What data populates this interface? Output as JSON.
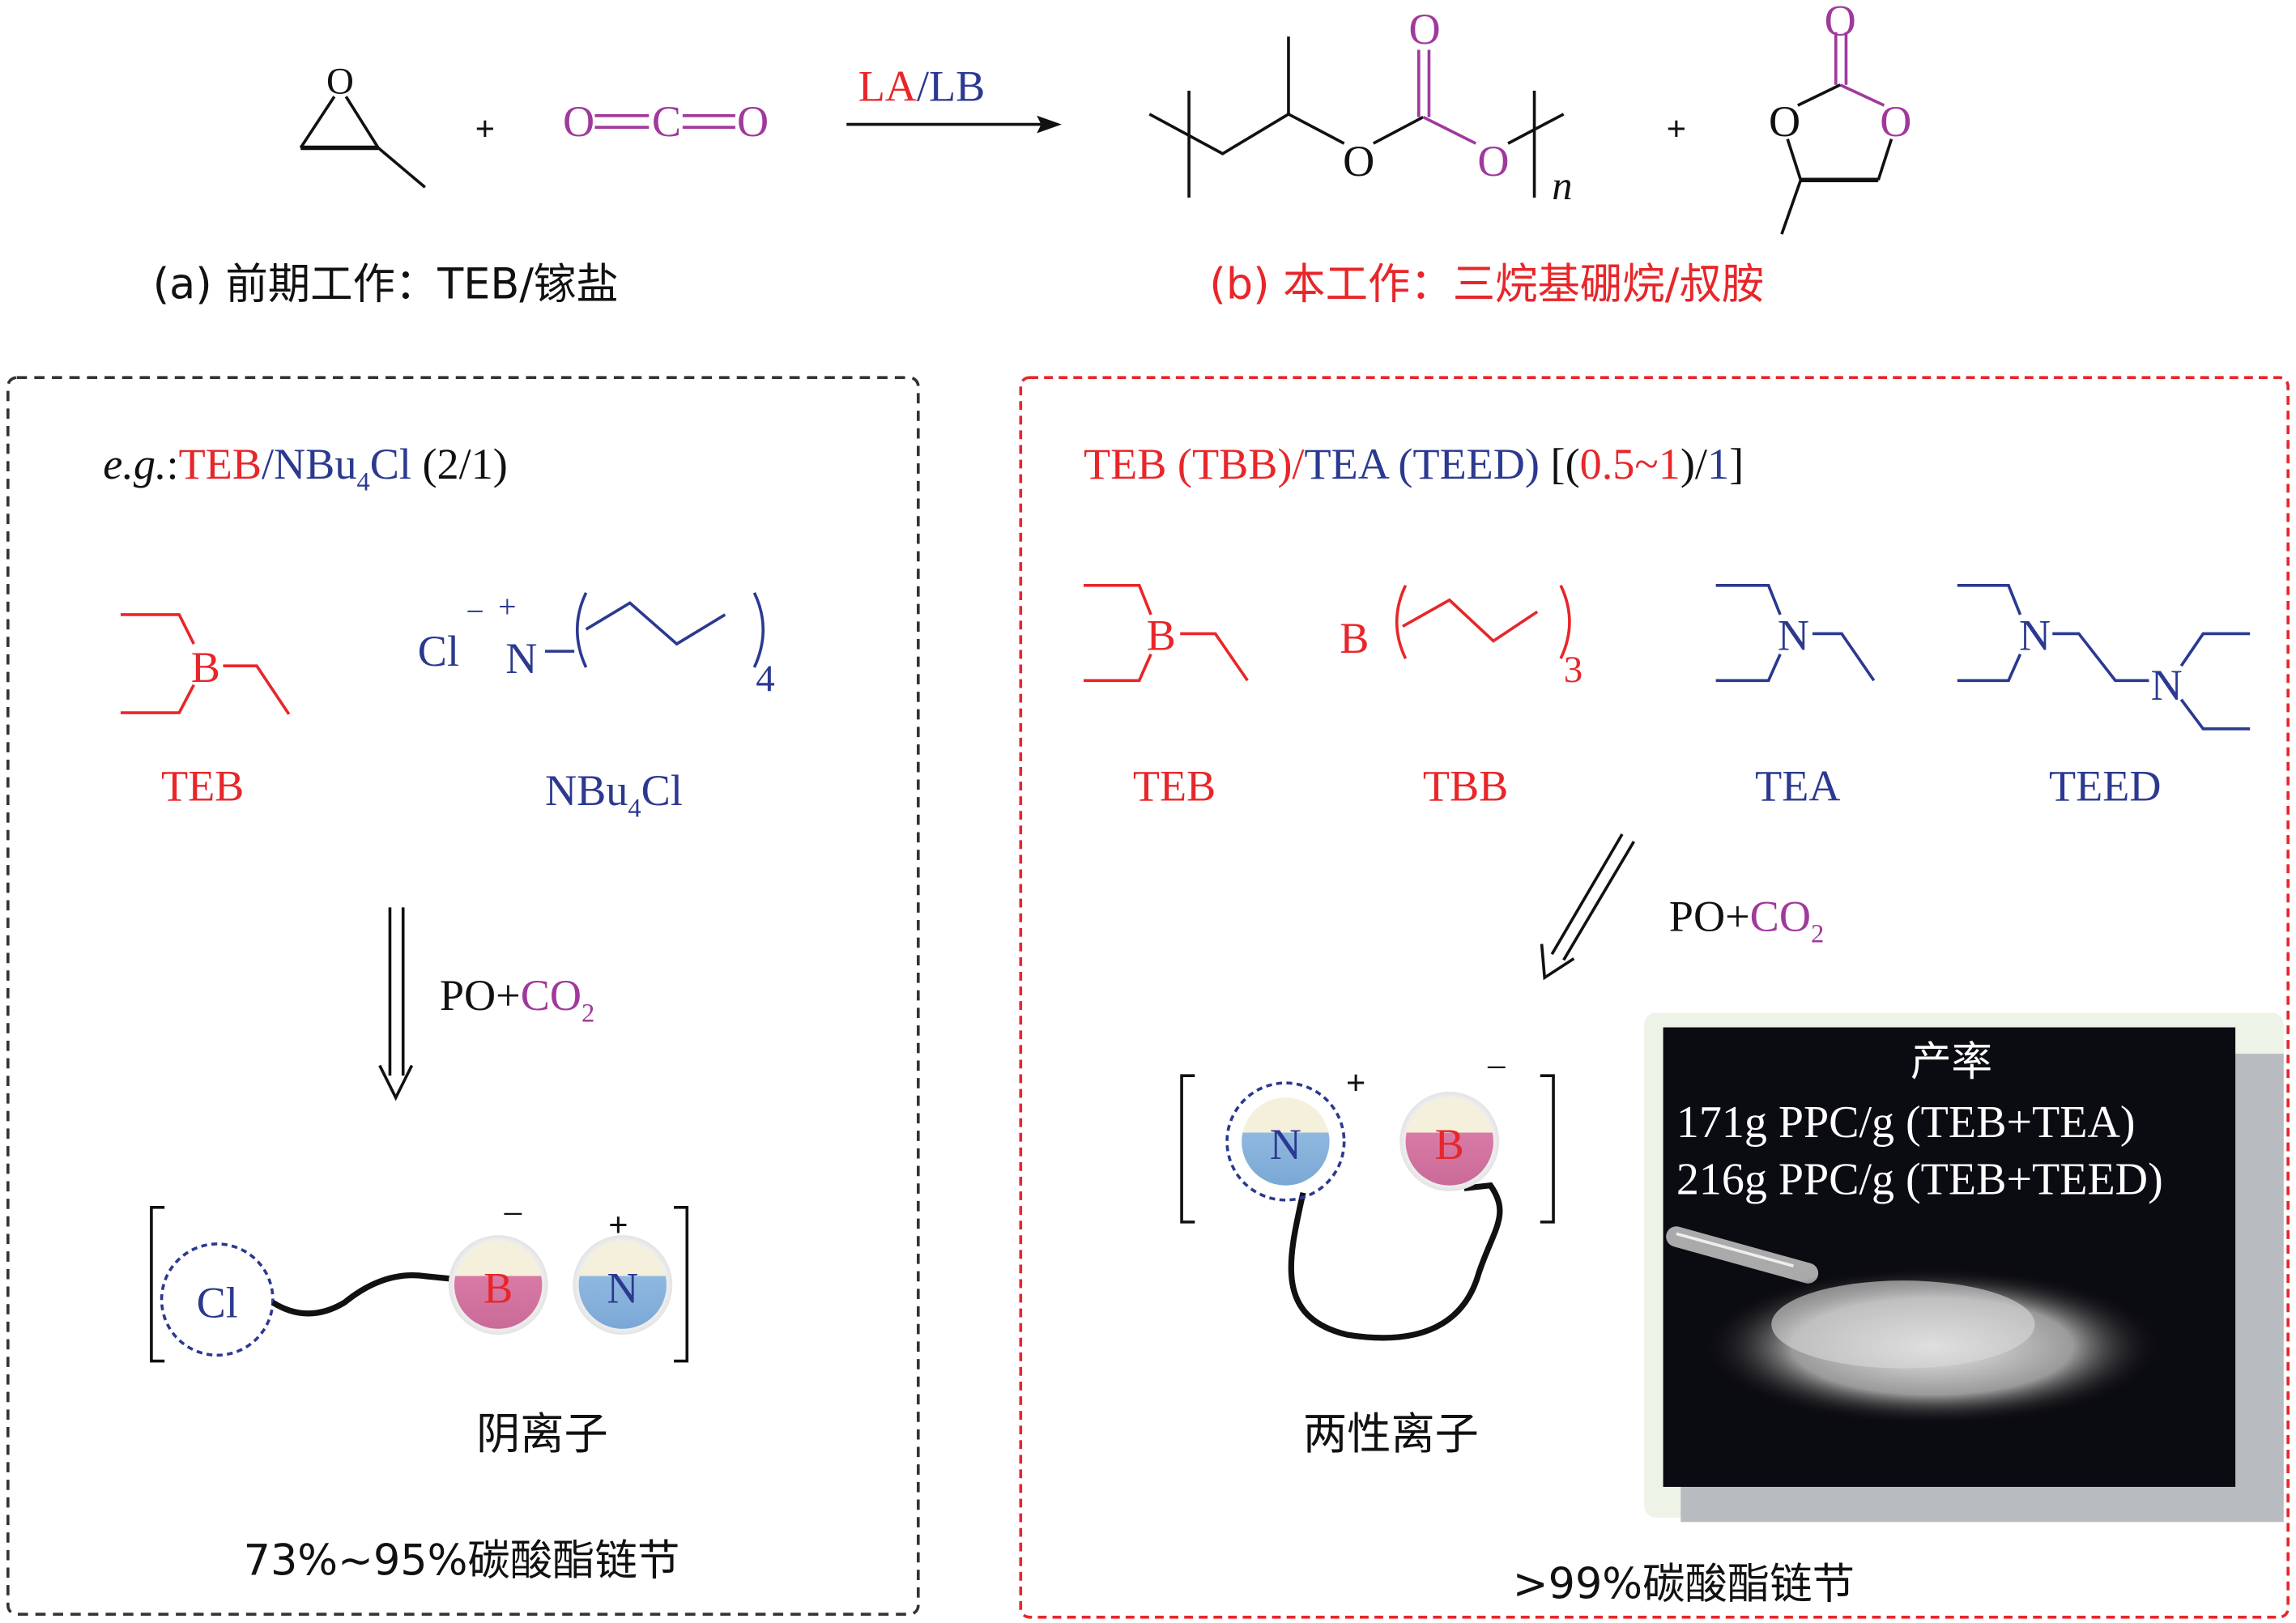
{
  "colors": {
    "red": "#e8262a",
    "blue": "#2b3990",
    "purple": "#a0399c",
    "black": "#111111"
  },
  "reaction": {
    "epoxide_O": "O",
    "plus": "+",
    "co2": {
      "o1": "O",
      "c": "C",
      "o2": "O"
    },
    "arrow_la": "LA",
    "arrow_slash": "/",
    "arrow_lb": "LB",
    "polymer": {
      "o_carbonyl": "O",
      "o1": "O",
      "o2": "O",
      "n": "n"
    },
    "cyclic": {
      "o_top": "O",
      "o_left": "O",
      "o_right": "O"
    }
  },
  "captions": {
    "a": "(a) 前期工作：TEB/镓盐",
    "b": "(b) 本工作：三烷基硼烷/叔胺"
  },
  "left_panel": {
    "eg": "e.g.",
    "eg_colon": ":",
    "teb": "TEB",
    "slash": "/",
    "nbu": "NBu",
    "sub4": "4",
    "cl": "Cl",
    "ratio": " (2/1)",
    "b_atom": "B",
    "cl_ion": "Cl",
    "minus": "−",
    "plus": "+",
    "n_atom": "N",
    "repeat4": "4",
    "label_teb": "TEB",
    "label_nbu4cl_a": "NBu",
    "label_nbu4cl_sub": "4",
    "label_nbu4cl_b": "Cl",
    "po": "PO+",
    "co2": "CO",
    "co2_sub": "2",
    "ball_cl": "Cl",
    "ball_b": "B",
    "ball_n": "N",
    "ball_minus": "−",
    "ball_plus": "+",
    "ion_type": "阴离子",
    "carbonate": "73%~95%碳酸酯链节"
  },
  "right_panel": {
    "title_red": "TEB (TBB)/",
    "title_blue": "TEA (TEED)",
    "title_open": " [(",
    "title_ratio_red": "0.5~1",
    "title_mid": ")/",
    "title_one": "1",
    "title_close": "]",
    "b_atom": "B",
    "tbb_b": "B",
    "tbb_sub": "3",
    "n_atom": "N",
    "teed_n1": "N",
    "teed_n2": "N",
    "label_teb": "TEB",
    "label_tbb": "TBB",
    "label_tea": "TEA",
    "label_teed": "TEED",
    "po": "PO+",
    "co2": "CO",
    "co2_sub": "2",
    "ball_n": "N",
    "ball_b": "B",
    "ball_plus": "+",
    "ball_minus": "−",
    "ion_type": "两性离子",
    "carbonate": ">99%碳酸酯链节",
    "photo": {
      "title": "产率",
      "line1": "171g PPC/g (TEB+TEA)",
      "line2": "216g PPC/g (TEB+TEED)"
    }
  }
}
